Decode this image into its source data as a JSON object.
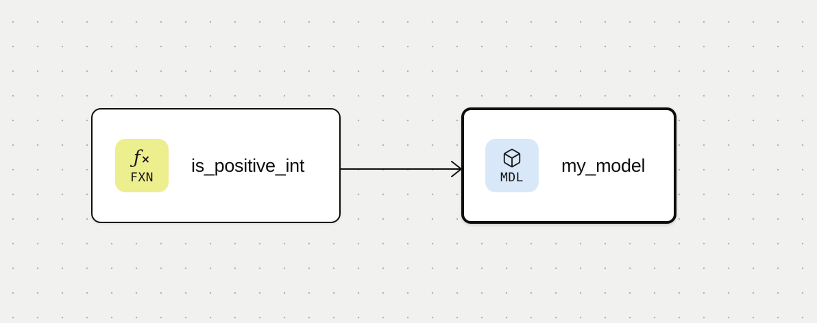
{
  "canvas": {
    "background_color": "#f1f1f0",
    "grid_dot_color": "#b3b3b0"
  },
  "nodes": [
    {
      "label": "is_positive_int",
      "type": "function",
      "selected": false,
      "badge": {
        "text": "FXN",
        "icon": "function-icon",
        "icon_glyph_f": "ƒ",
        "icon_glyph_x": "×",
        "background_color": "#edee8d"
      }
    },
    {
      "label": "my_model",
      "type": "model",
      "selected": true,
      "badge": {
        "text": "MDL",
        "icon": "cube-icon",
        "background_color": "#d9e8f9"
      }
    }
  ],
  "edge": {
    "from": "is_positive_int",
    "to": "my_model",
    "color": "#0d0d0d"
  }
}
